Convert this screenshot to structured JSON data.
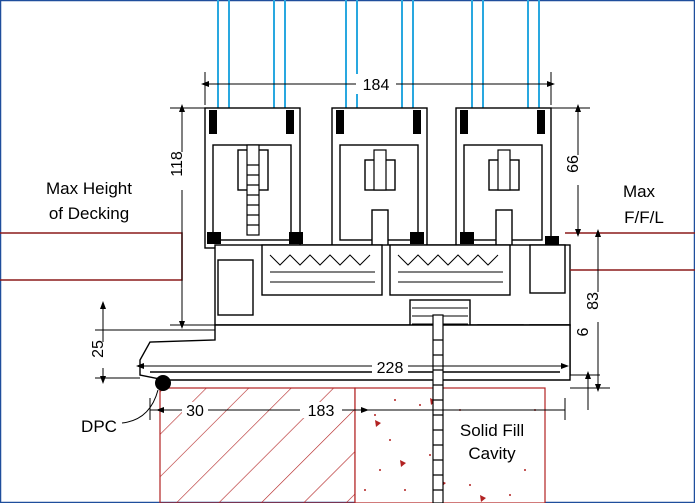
{
  "labels": {
    "max_height_line1": "Max Height",
    "max_height_line2": "of Decking",
    "max_ffl_line1": "Max",
    "max_ffl_line2": "F/F/L",
    "dpc": "DPC",
    "solid_fill_line1": "Solid Fill",
    "solid_fill_line2": "Cavity"
  },
  "dimensions": {
    "frame_width": "184",
    "frame_height": "118",
    "sill_to_glass": "66",
    "step_height": "83",
    "sill_offset": "6",
    "sill_depth": "25",
    "total_depth": "228",
    "front_offset": "30",
    "wall_width": "183"
  },
  "colors": {
    "glass": "#29a8e0",
    "decking_line": "#8b1a1a",
    "outline": "#000000",
    "frame_fill": "#ffffff",
    "border": "#1f4e9c"
  }
}
